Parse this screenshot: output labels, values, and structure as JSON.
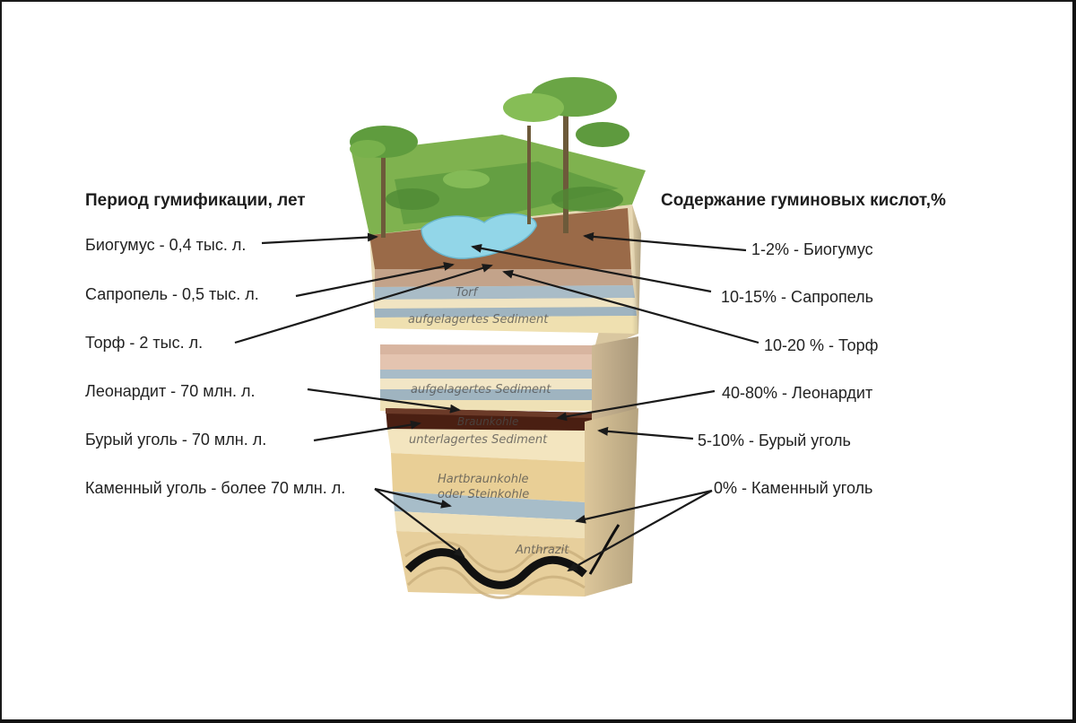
{
  "left_header": "Период гумификации, лет",
  "right_header": "Содержание гуминовых кислот,%",
  "left_labels": [
    "Биогумус - 0,4 тыс. л.",
    "Сапропель - 0,5 тыс. л.",
    "Торф - 2 тыс. л.",
    "Леонардит - 70 млн. л.",
    "Бурый уголь - 70 млн. л.",
    "Каменный уголь - более 70 млн. л."
  ],
  "right_labels": [
    "1-2%  - Биогумус",
    "10-15% - Сапропель",
    "10-20 % - Торф",
    "40-80% - Леонардит",
    "5-10% - Бурый уголь",
    "0% - Каменный уголь"
  ],
  "layer_labels": {
    "torf": "Torf",
    "sed1": "aufgelagertes Sediment",
    "sed2": "aufgelagertes Sediment",
    "braunkohle": "Braunkohle",
    "sed3": "unterlagertes Sediment",
    "hart1": "Hartbraunkohle",
    "hart2": "oder Steinkohle",
    "anthrazit": "Anthrazit"
  },
  "colors": {
    "accent_text": "#222222",
    "grass": "#6fa84a",
    "water": "#8fd3e6",
    "soil": "#8a5a3c",
    "brown_coal": "#4a1f12",
    "sand": "#e6c98e"
  }
}
